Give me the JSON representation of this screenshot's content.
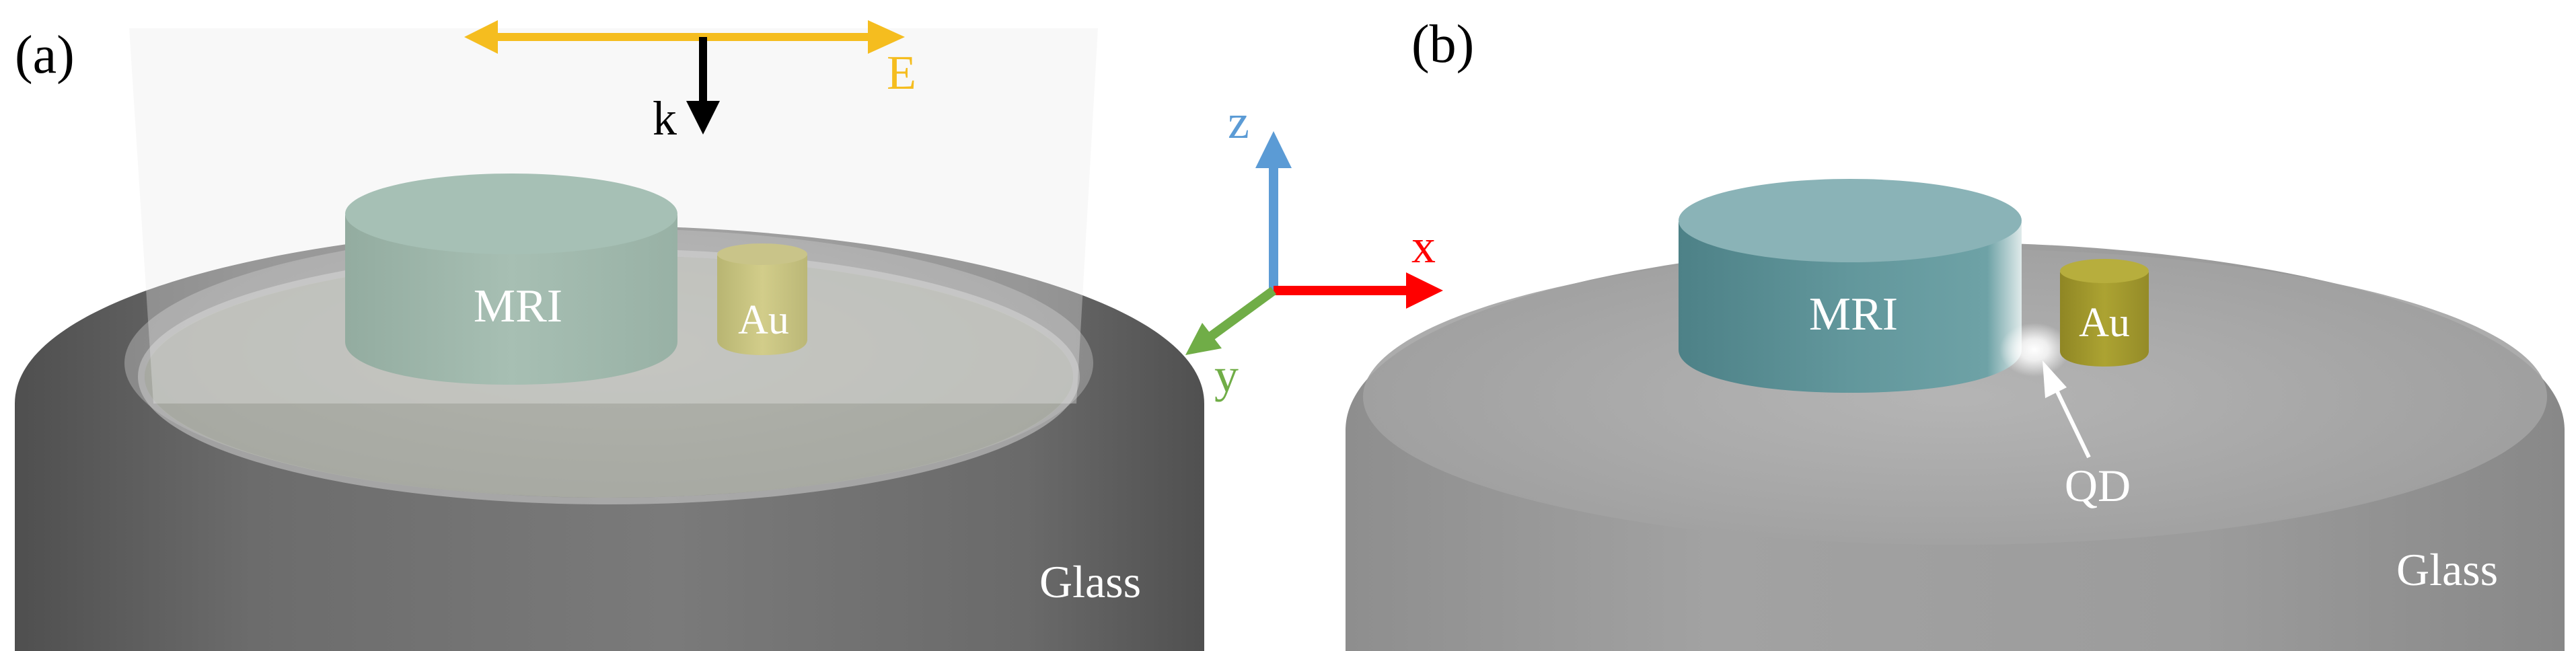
{
  "panel_a": {
    "label": "(a)",
    "field_label": "E",
    "wavevector_label": "k",
    "resonator_label": "MRI",
    "particle_label": "Au",
    "substrate_label": "Glass"
  },
  "axes": {
    "z_label": "z",
    "x_label": "x",
    "y_label": "y"
  },
  "panel_b": {
    "label": "(b)",
    "resonator_label": "MRI",
    "particle_label": "Au",
    "emitter_label": "QD",
    "substrate_label": "Glass"
  },
  "colors": {
    "field": "#f5bd1f",
    "wavevector": "#000000",
    "axis_z": "#5b9bd5",
    "axis_x": "#ff0000",
    "axis_y": "#70ad47",
    "glass_dark": "#5f5f5f",
    "resonator_b": "#5d9196",
    "gold": "#a39a2e"
  }
}
